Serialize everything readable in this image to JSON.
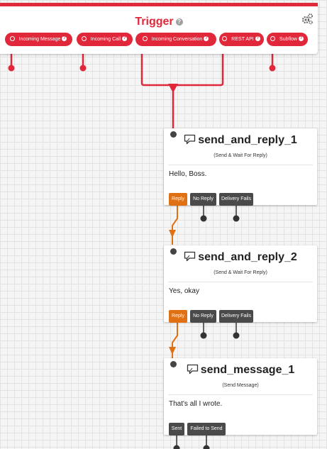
{
  "trigger": {
    "title": "Trigger",
    "help_glyph": "?",
    "outputs": [
      {
        "label": "Incoming Message"
      },
      {
        "label": "Incoming Call"
      },
      {
        "label": "Incoming Conversation"
      },
      {
        "label": "REST API"
      },
      {
        "label": "Subflow"
      }
    ]
  },
  "widgets": [
    {
      "name": "send_and_reply_1",
      "type_label": "(Send & Wait For Reply)",
      "body": "Hello, Boss.",
      "outputs": [
        "Reply",
        "No Reply",
        "Delivery Fails"
      ]
    },
    {
      "name": "send_and_reply_2",
      "type_label": "(Send & Wait For Reply)",
      "body": "Yes, okay",
      "outputs": [
        "Reply",
        "No Reply",
        "Delivery Fails"
      ]
    },
    {
      "name": "send_message_1",
      "type_label": "(Send Message)",
      "body": "That's all I wrote.",
      "outputs": [
        "Sent",
        "Failed to Send"
      ]
    }
  ],
  "colors": {
    "accent_red": "#e0283a",
    "reply_orange": "#e07014",
    "port_dark": "#4a4a4a"
  }
}
